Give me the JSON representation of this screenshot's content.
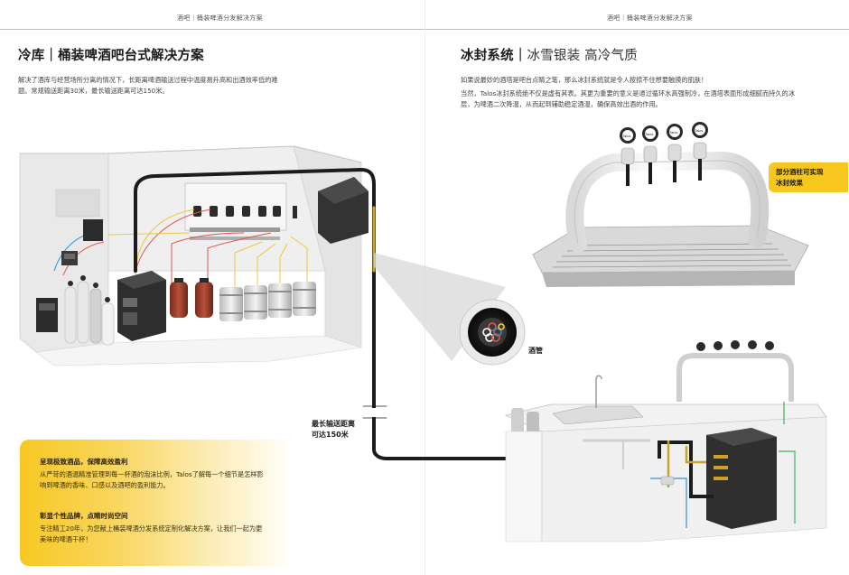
{
  "running_header": {
    "left": "酒吧｜桶装啤酒分发解决方案",
    "right": "酒吧｜桶装啤酒分发解决方案"
  },
  "left_page": {
    "title_bold": "冷库｜桶装啤酒吧台式解决方案",
    "intro": "解决了酒库与经营场所分离的情况下，长距离啤酒输送过程中温度易升高和出酒效率低的难题。常规输送距离30米，最长输送距离可达150米。",
    "distance_callout_line1": "最长输送距离",
    "distance_callout_line2": "可达150米",
    "hose_label": "酒管",
    "highlight_box": {
      "heading1": "呈现极致酒品，保障高效盈利",
      "text1": "从严苛的酒温精准管理到每一杯酒的泡沫比例，Talos了解每一个细节是怎样影响到啤酒的香味、口感以及酒吧的盈利能力。",
      "heading2": "彰显个性品牌，点睛时尚空间",
      "text2": "专注精工20年，为您献上桶装啤酒分发系统定制化解决方案，让我们一起为更美味的啤酒干杯！"
    }
  },
  "right_page": {
    "title_bold": "冰封系统",
    "title_sep": "｜",
    "title_light": "冰雪银装 高冷气质",
    "para1": "如果说最妙的酒塔是吧台点睛之笔，那么冰封系统就是令人按捺不住想要触摸的肌肤！",
    "para2": "当然，Talos冰封系统绝不仅是虚有其表。其更为重要的意义是通过循环水高强制冷，在酒塔表面形成细腻而持久的冰层，为啤酒二次降温，从而起到辅助稳定酒温，确保高效出酒的作用。",
    "badge_line1": "部分酒柱可实现",
    "badge_line2": "冰封效果",
    "tap_brand": "Talos"
  },
  "colors": {
    "accent_yellow": "#f7c71f",
    "hose_black": "#1c1c1c",
    "hose_gold": "#c9a227",
    "co2_red": "#c8362f",
    "line_blue": "#2f8fd8",
    "line_green": "#3ab35a"
  }
}
